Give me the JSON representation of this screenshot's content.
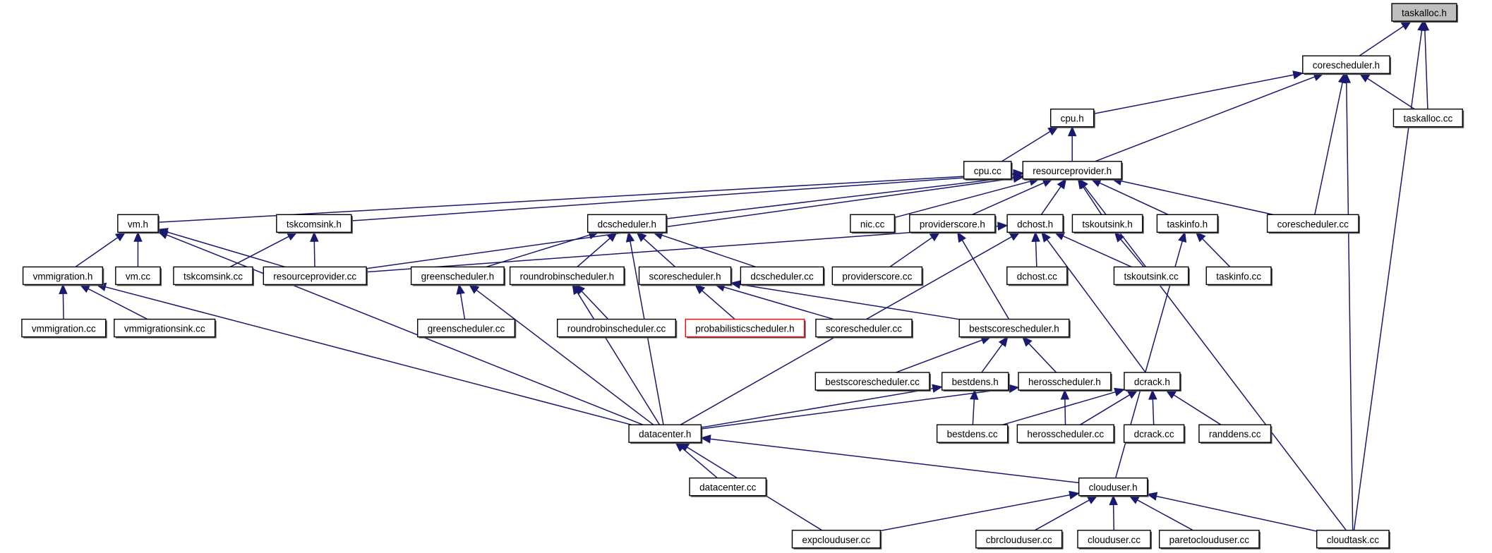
{
  "diagram": {
    "title": "taskalloc.h include dependency graph",
    "colors": {
      "edge": "#191970",
      "root_fill": "#bfbfbf",
      "highlight_border": "#ff0000",
      "node_border": "#000000"
    },
    "nodes": [
      {
        "id": "taskalloc_h",
        "label": "taskalloc.h",
        "root": true
      },
      {
        "id": "corescheduler_h",
        "label": "corescheduler.h"
      },
      {
        "id": "taskalloc_cc",
        "label": "taskalloc.cc"
      },
      {
        "id": "cpu_h",
        "label": "cpu.h"
      },
      {
        "id": "cpu_cc",
        "label": "cpu.cc"
      },
      {
        "id": "resourceprovider_h",
        "label": "resourceprovider.h"
      },
      {
        "id": "vm_h",
        "label": "vm.h"
      },
      {
        "id": "tskcomsink_h",
        "label": "tskcomsink.h"
      },
      {
        "id": "dcscheduler_h",
        "label": "dcscheduler.h"
      },
      {
        "id": "nic_cc",
        "label": "nic.cc"
      },
      {
        "id": "providerscore_h",
        "label": "providerscore.h"
      },
      {
        "id": "dchost_h",
        "label": "dchost.h"
      },
      {
        "id": "tskoutsink_h",
        "label": "tskoutsink.h"
      },
      {
        "id": "taskinfo_h",
        "label": "taskinfo.h"
      },
      {
        "id": "corescheduler_cc",
        "label": "corescheduler.cc"
      },
      {
        "id": "vmmigration_h",
        "label": "vmmigration.h"
      },
      {
        "id": "vm_cc",
        "label": "vm.cc"
      },
      {
        "id": "tskcomsink_cc",
        "label": "tskcomsink.cc"
      },
      {
        "id": "resourceprovider_cc",
        "label": "resourceprovider.cc"
      },
      {
        "id": "greenscheduler_h",
        "label": "greenscheduler.h"
      },
      {
        "id": "roundrobinscheduler_h",
        "label": "roundrobinscheduler.h"
      },
      {
        "id": "scorescheduler_h",
        "label": "scorescheduler.h"
      },
      {
        "id": "dcscheduler_cc",
        "label": "dcscheduler.cc"
      },
      {
        "id": "providerscore_cc",
        "label": "providerscore.cc"
      },
      {
        "id": "dchost_cc",
        "label": "dchost.cc"
      },
      {
        "id": "tskoutsink_cc",
        "label": "tskoutsink.cc"
      },
      {
        "id": "taskinfo_cc",
        "label": "taskinfo.cc"
      },
      {
        "id": "vmmigration_cc",
        "label": "vmmigration.cc"
      },
      {
        "id": "vmmigrationsink_cc",
        "label": "vmmigrationsink.cc"
      },
      {
        "id": "greenscheduler_cc",
        "label": "greenscheduler.cc"
      },
      {
        "id": "roundrobinscheduler_cc",
        "label": "roundrobinscheduler.cc"
      },
      {
        "id": "probabilisticscheduler_h",
        "label": "probabilisticscheduler.h",
        "highlight": true
      },
      {
        "id": "scorescheduler_cc",
        "label": "scorescheduler.cc"
      },
      {
        "id": "bestscorescheduler_h",
        "label": "bestscorescheduler.h"
      },
      {
        "id": "bestscorescheduler_cc",
        "label": "bestscorescheduler.cc"
      },
      {
        "id": "bestdens_h",
        "label": "bestdens.h"
      },
      {
        "id": "herosscheduler_h",
        "label": "herosscheduler.h"
      },
      {
        "id": "dcrack_h",
        "label": "dcrack.h"
      },
      {
        "id": "datacenter_h",
        "label": "datacenter.h"
      },
      {
        "id": "bestdens_cc",
        "label": "bestdens.cc"
      },
      {
        "id": "herosscheduler_cc",
        "label": "herosscheduler.cc"
      },
      {
        "id": "dcrack_cc",
        "label": "dcrack.cc"
      },
      {
        "id": "randdens_cc",
        "label": "randdens.cc"
      },
      {
        "id": "datacenter_cc",
        "label": "datacenter.cc"
      },
      {
        "id": "clouduser_h",
        "label": "clouduser.h"
      },
      {
        "id": "expclouduser_cc",
        "label": "expclouduser.cc"
      },
      {
        "id": "cbrclouduser_cc",
        "label": "cbrclouduser.cc"
      },
      {
        "id": "clouduser_cc",
        "label": "clouduser.cc"
      },
      {
        "id": "paretoclouduser_cc",
        "label": "paretoclouduser.cc"
      },
      {
        "id": "cloudtask_cc",
        "label": "cloudtask.cc"
      }
    ],
    "edges": [
      [
        "corescheduler_h",
        "taskalloc_h"
      ],
      [
        "taskalloc_cc",
        "taskalloc_h"
      ],
      [
        "cloudtask_cc",
        "taskalloc_h"
      ],
      [
        "cpu_h",
        "corescheduler_h"
      ],
      [
        "resourceprovider_h",
        "corescheduler_h"
      ],
      [
        "taskalloc_cc",
        "corescheduler_h"
      ],
      [
        "corescheduler_cc",
        "corescheduler_h"
      ],
      [
        "cloudtask_cc",
        "corescheduler_h"
      ],
      [
        "cpu_cc",
        "cpu_h"
      ],
      [
        "resourceprovider_h",
        "cpu_h"
      ],
      [
        "vm_h",
        "resourceprovider_h"
      ],
      [
        "tskcomsink_h",
        "resourceprovider_h"
      ],
      [
        "dcscheduler_h",
        "resourceprovider_h"
      ],
      [
        "nic_cc",
        "resourceprovider_h"
      ],
      [
        "providerscore_h",
        "resourceprovider_h"
      ],
      [
        "dchost_h",
        "resourceprovider_h"
      ],
      [
        "tskoutsink_h",
        "resourceprovider_h"
      ],
      [
        "taskinfo_h",
        "resourceprovider_h"
      ],
      [
        "corescheduler_cc",
        "resourceprovider_h"
      ],
      [
        "resourceprovider_cc",
        "resourceprovider_h"
      ],
      [
        "cloudtask_cc",
        "resourceprovider_h"
      ],
      [
        "vmmigration_h",
        "vm_h"
      ],
      [
        "vm_cc",
        "vm_h"
      ],
      [
        "resourceprovider_cc",
        "vm_h"
      ],
      [
        "datacenter_h",
        "vm_h"
      ],
      [
        "tskcomsink_cc",
        "tskcomsink_h"
      ],
      [
        "resourceprovider_cc",
        "tskcomsink_h"
      ],
      [
        "greenscheduler_h",
        "dcscheduler_h"
      ],
      [
        "roundrobinscheduler_h",
        "dcscheduler_h"
      ],
      [
        "scorescheduler_h",
        "dcscheduler_h"
      ],
      [
        "dcscheduler_cc",
        "dcscheduler_h"
      ],
      [
        "datacenter_h",
        "dcscheduler_h"
      ],
      [
        "providerscore_cc",
        "providerscore_h"
      ],
      [
        "bestscorescheduler_h",
        "providerscore_h"
      ],
      [
        "resourceprovider_cc",
        "dchost_h"
      ],
      [
        "dchost_cc",
        "dchost_h"
      ],
      [
        "tskoutsink_cc",
        "dchost_h"
      ],
      [
        "dcrack_h",
        "dchost_h"
      ],
      [
        "datacenter_h",
        "dchost_h"
      ],
      [
        "tskoutsink_cc",
        "tskoutsink_h"
      ],
      [
        "taskinfo_cc",
        "taskinfo_h"
      ],
      [
        "clouduser_h",
        "taskinfo_h"
      ],
      [
        "vmmigration_cc",
        "vmmigration_h"
      ],
      [
        "vmmigrationsink_cc",
        "vmmigration_h"
      ],
      [
        "datacenter_h",
        "vmmigration_h"
      ],
      [
        "greenscheduler_cc",
        "greenscheduler_h"
      ],
      [
        "datacenter_h",
        "greenscheduler_h"
      ],
      [
        "roundrobinscheduler_cc",
        "roundrobinscheduler_h"
      ],
      [
        "datacenter_h",
        "roundrobinscheduler_h"
      ],
      [
        "probabilisticscheduler_h",
        "scorescheduler_h"
      ],
      [
        "scorescheduler_cc",
        "scorescheduler_h"
      ],
      [
        "bestscorescheduler_h",
        "scorescheduler_h"
      ],
      [
        "bestscorescheduler_cc",
        "bestscorescheduler_h"
      ],
      [
        "bestdens_h",
        "bestscorescheduler_h"
      ],
      [
        "herosscheduler_h",
        "bestscorescheduler_h"
      ],
      [
        "bestdens_cc",
        "bestdens_h"
      ],
      [
        "datacenter_h",
        "bestdens_h"
      ],
      [
        "herosscheduler_cc",
        "herosscheduler_h"
      ],
      [
        "datacenter_h",
        "herosscheduler_h"
      ],
      [
        "bestdens_cc",
        "dcrack_h"
      ],
      [
        "herosscheduler_cc",
        "dcrack_h"
      ],
      [
        "dcrack_cc",
        "dcrack_h"
      ],
      [
        "randdens_cc",
        "dcrack_h"
      ],
      [
        "datacenter_cc",
        "datacenter_h"
      ],
      [
        "clouduser_h",
        "datacenter_h"
      ],
      [
        "expclouduser_cc",
        "datacenter_h"
      ],
      [
        "expclouduser_cc",
        "clouduser_h"
      ],
      [
        "cbrclouduser_cc",
        "clouduser_h"
      ],
      [
        "clouduser_cc",
        "clouduser_h"
      ],
      [
        "paretoclouduser_cc",
        "clouduser_h"
      ],
      [
        "cloudtask_cc",
        "clouduser_h"
      ]
    ]
  }
}
